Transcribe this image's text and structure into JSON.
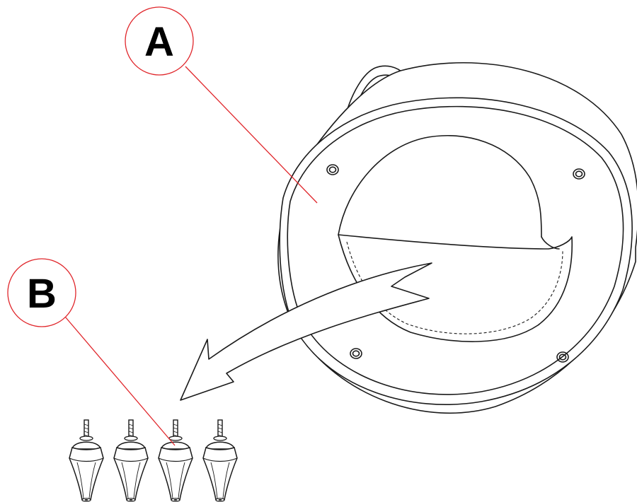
{
  "callouts": [
    {
      "label": "A",
      "part": "case-bag"
    },
    {
      "label": "B",
      "part": "feet-set"
    }
  ],
  "colors": {
    "callout_line": "#e0262b",
    "ink": "#1a1a1a",
    "background": "#ffffff"
  },
  "feet_count": 4
}
